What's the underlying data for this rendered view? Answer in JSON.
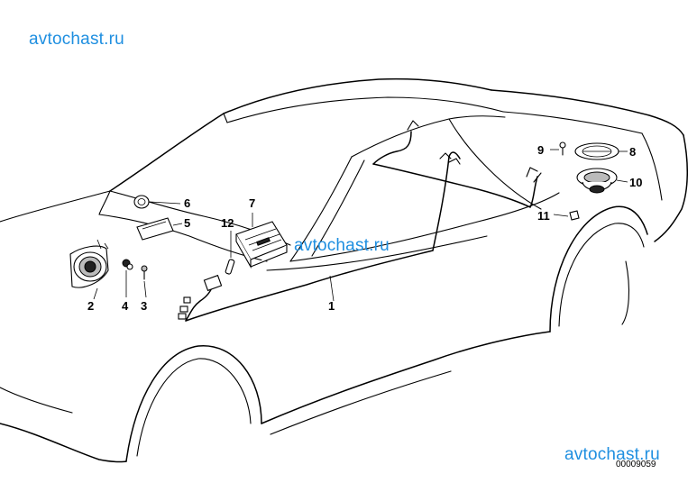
{
  "watermark": "avtochast.ru",
  "document_number": "00009059",
  "callouts": {
    "c1": "1",
    "c2": "2",
    "c3": "3",
    "c4": "4",
    "c5": "5",
    "c6": "6",
    "c7": "7",
    "c8": "8",
    "c9": "9",
    "c10": "10",
    "c11": "11",
    "c12": "12"
  }
}
